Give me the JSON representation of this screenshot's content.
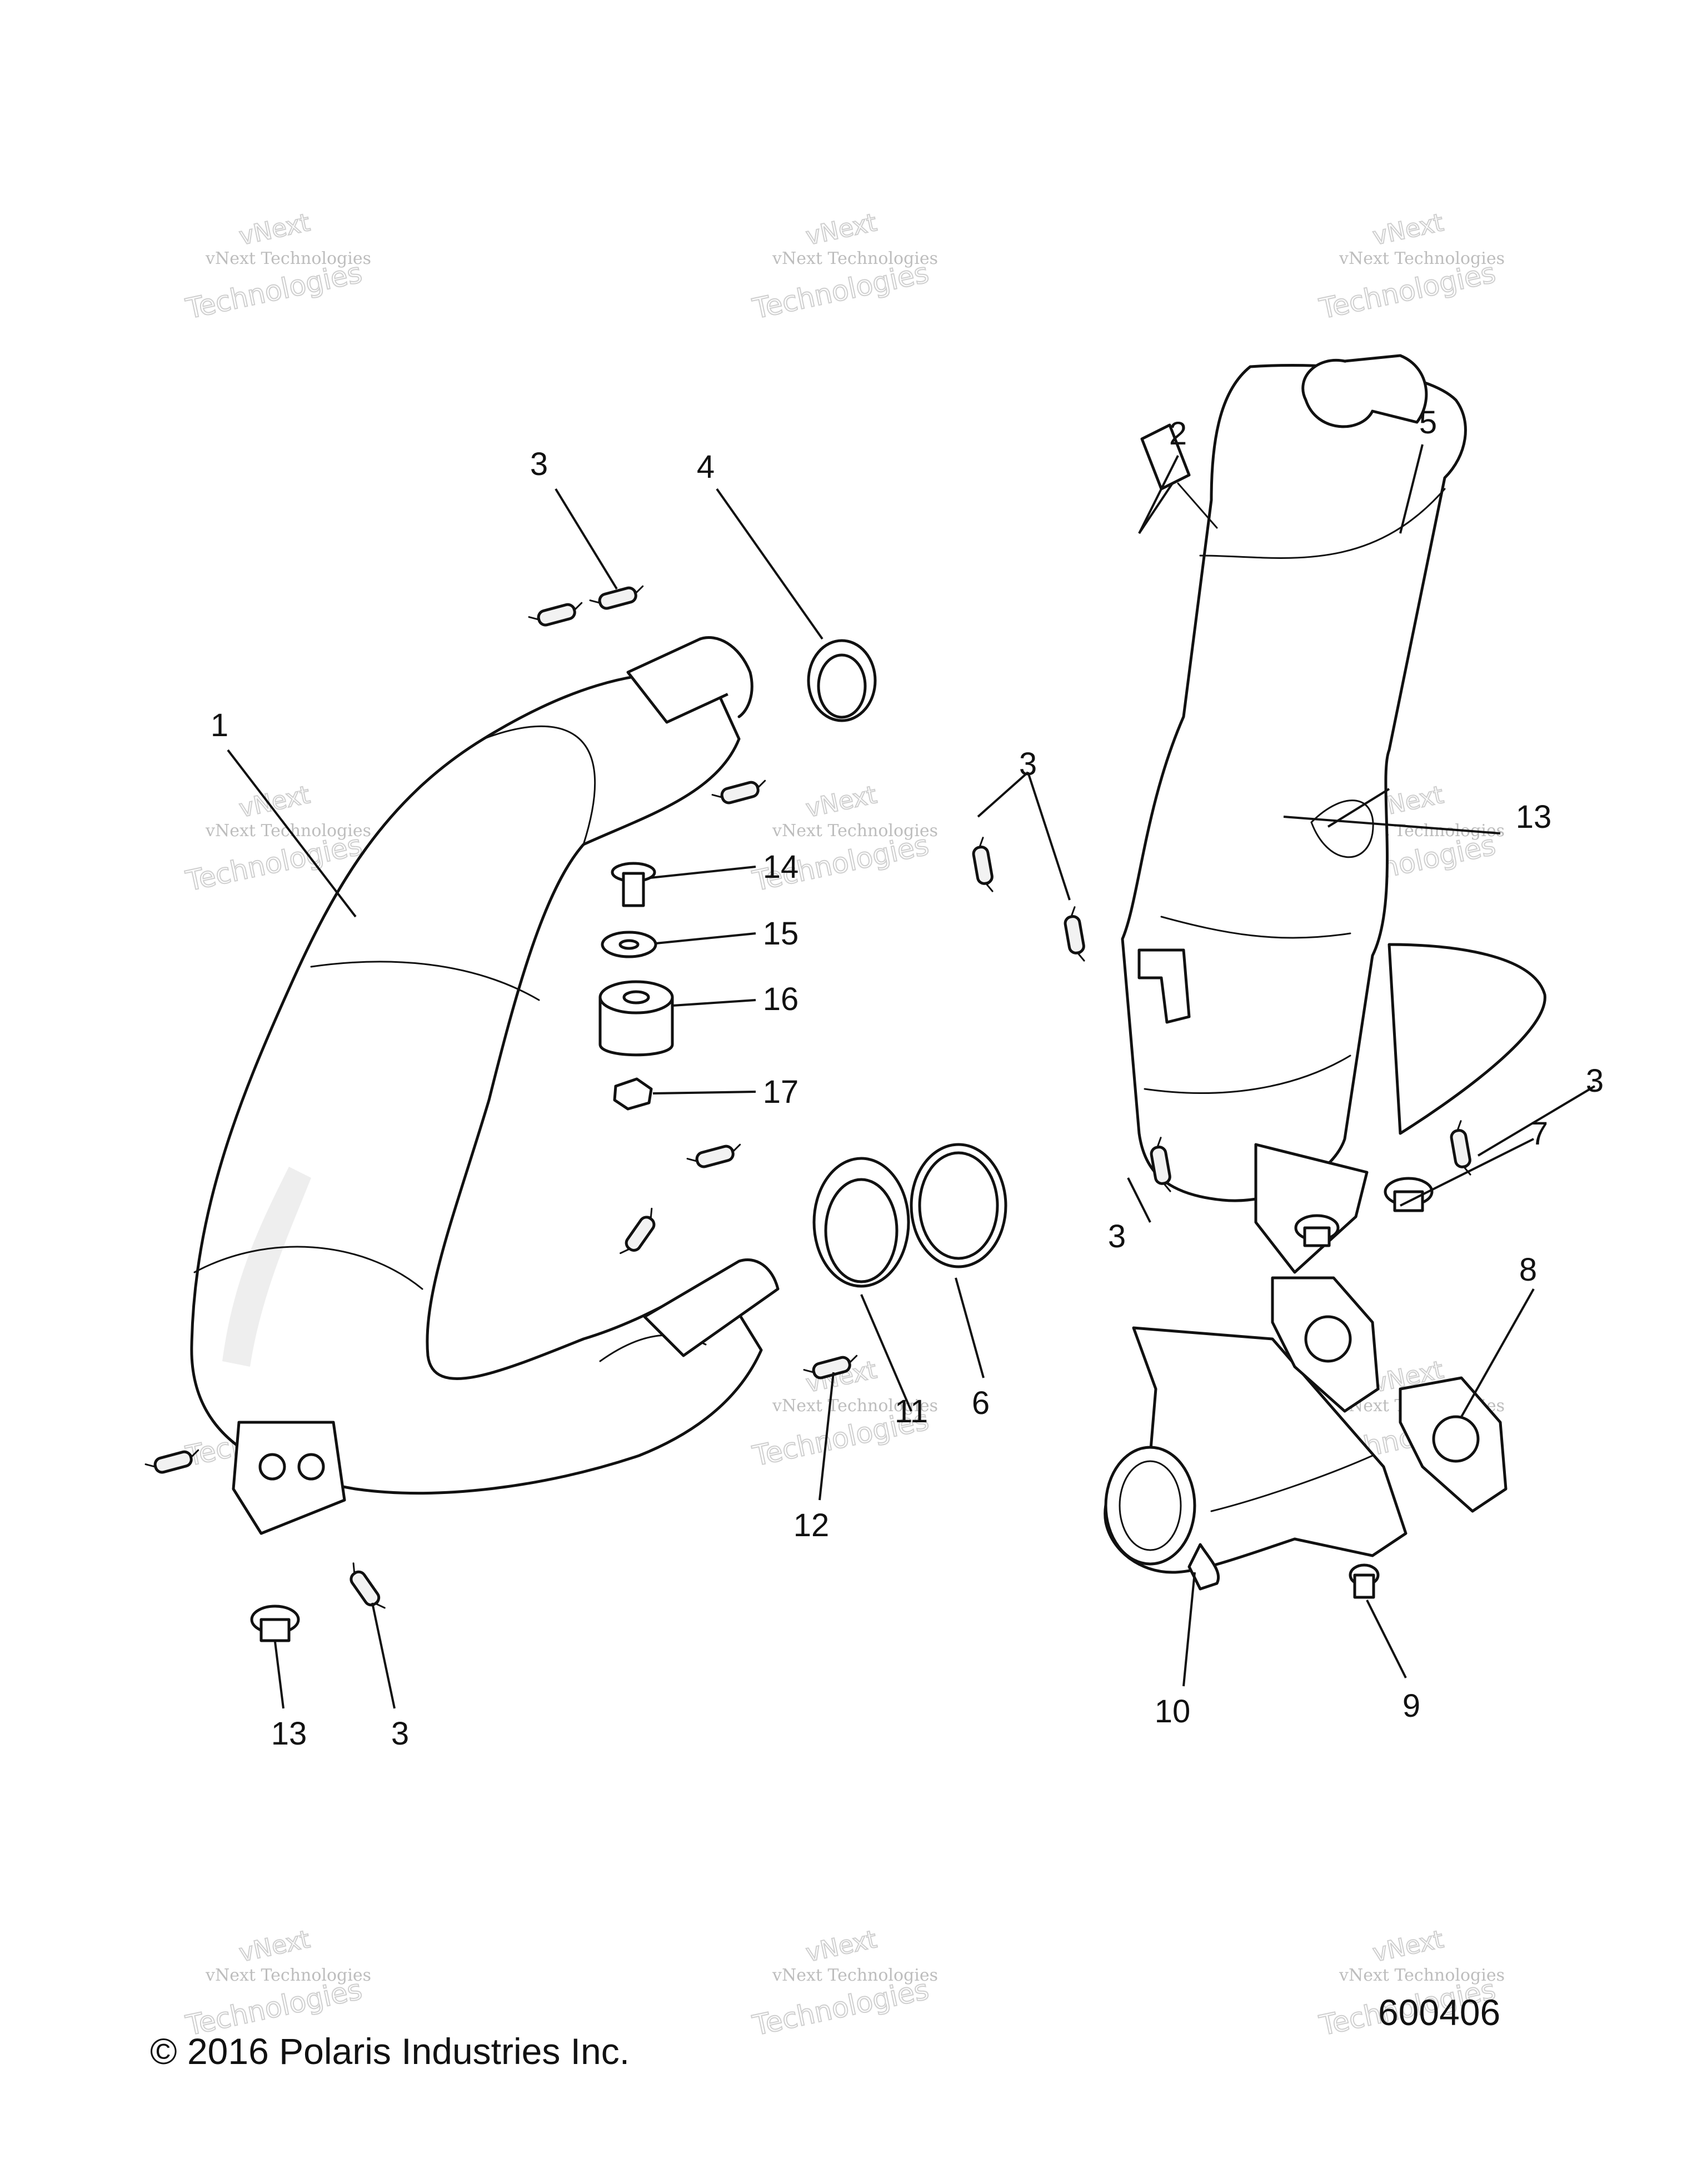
{
  "watermark": {
    "line1": "vNext Technologies",
    "line2": "vNext",
    "line3": "Technologies"
  },
  "footer": {
    "copyright": "© 2016 Polaris Industries Inc.",
    "figure_number": "600406"
  },
  "callouts": [
    {
      "id": "c1",
      "label": "1"
    },
    {
      "id": "c2",
      "label": "2"
    },
    {
      "id": "c3a",
      "label": "3"
    },
    {
      "id": "c3b",
      "label": "3"
    },
    {
      "id": "c3c",
      "label": "3"
    },
    {
      "id": "c3d",
      "label": "3"
    },
    {
      "id": "c3e",
      "label": "3"
    },
    {
      "id": "c4",
      "label": "4"
    },
    {
      "id": "c5",
      "label": "5"
    },
    {
      "id": "c6",
      "label": "6"
    },
    {
      "id": "c7",
      "label": "7"
    },
    {
      "id": "c8",
      "label": "8"
    },
    {
      "id": "c9",
      "label": "9"
    },
    {
      "id": "c10",
      "label": "10"
    },
    {
      "id": "c11",
      "label": "11"
    },
    {
      "id": "c12",
      "label": "12"
    },
    {
      "id": "c13a",
      "label": "13"
    },
    {
      "id": "c13b",
      "label": "13"
    },
    {
      "id": "c14",
      "label": "14"
    },
    {
      "id": "c15",
      "label": "15"
    },
    {
      "id": "c16",
      "label": "16"
    },
    {
      "id": "c17",
      "label": "17"
    }
  ]
}
